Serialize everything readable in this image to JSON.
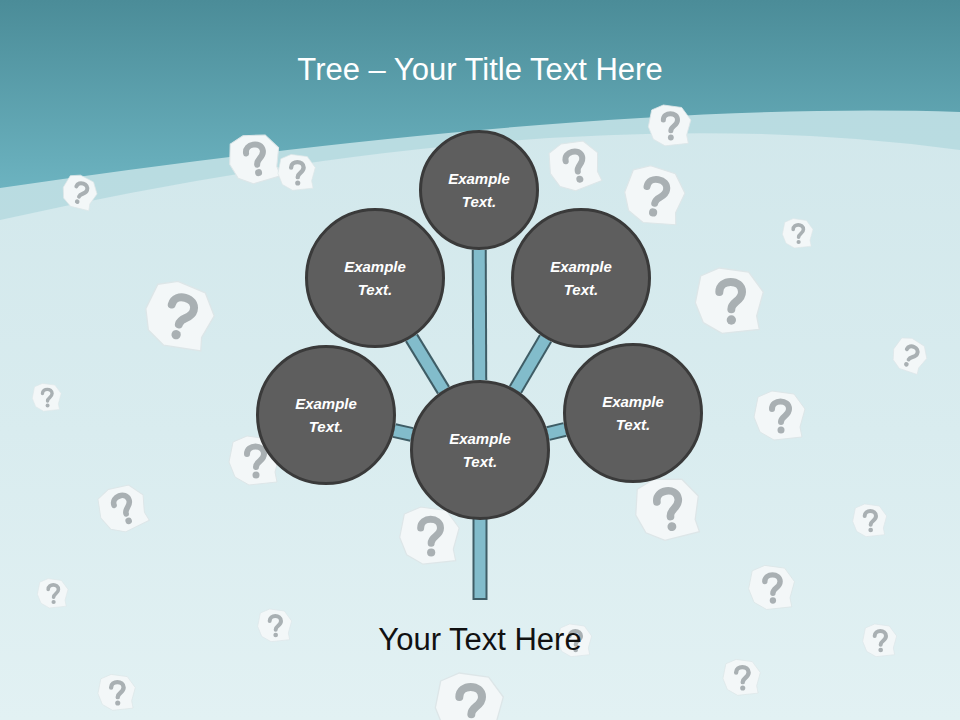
{
  "diagram": {
    "title": "Tree – Your Title Text Here",
    "caption": "Your Text Here",
    "nodes": [
      {
        "text": [
          "Example Text."
        ]
      },
      {
        "text": [
          "Example Text."
        ]
      },
      {
        "text": [
          "Example Text."
        ]
      },
      {
        "text": [
          "Example Text."
        ]
      },
      {
        "text": [
          "Example Text."
        ]
      },
      {
        "text": [
          "Example Text."
        ]
      }
    ],
    "edges": [
      {
        "from": 4,
        "to": 0,
        "arrow": "none"
      },
      {
        "from": 4,
        "to": 1,
        "arrow": "none"
      },
      {
        "from": 4,
        "to": 2,
        "arrow": "none"
      },
      {
        "from": 4,
        "to": 3,
        "arrow": "none"
      },
      {
        "from": 4,
        "to": 5,
        "arrow": "none"
      }
    ]
  }
}
